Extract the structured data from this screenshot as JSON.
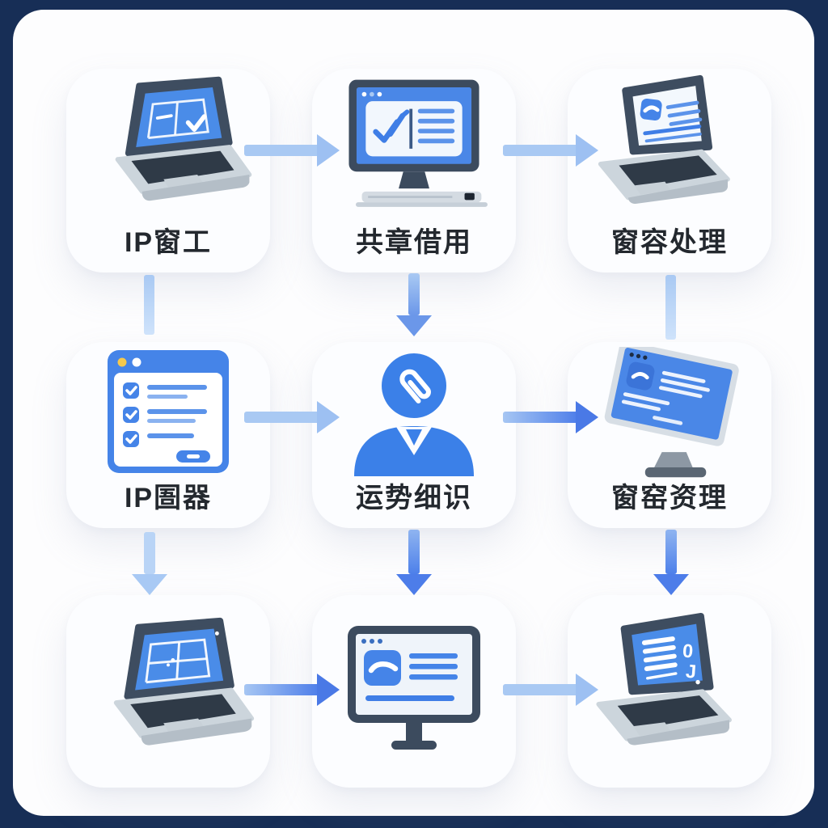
{
  "diagram": {
    "kind": "process-flow",
    "background_color": "#172e56",
    "panel_color": "#fdfdfe",
    "accent_blue": "#4584e8",
    "light_arrow_blue": "#a9c9f3",
    "strong_arrow_blue": "#4d7de9",
    "label_color": "#23282e"
  },
  "flow": {
    "cells": [
      {
        "id": "cell-1",
        "row": 1,
        "col": 1,
        "label": "IP窗工",
        "icon": "laptop-check-icon"
      },
      {
        "id": "cell-2",
        "row": 1,
        "col": 2,
        "label": "共章借用",
        "icon": "desktop-approve-icon"
      },
      {
        "id": "cell-3",
        "row": 1,
        "col": 3,
        "label": "窗容处理",
        "icon": "laptop-contact-icon"
      },
      {
        "id": "cell-4",
        "row": 2,
        "col": 1,
        "label": "IP圄器",
        "icon": "checklist-window-icon"
      },
      {
        "id": "cell-5",
        "row": 2,
        "col": 2,
        "label": "运势细识",
        "icon": "person-paperclip-icon"
      },
      {
        "id": "cell-6",
        "row": 2,
        "col": 3,
        "label": "窗窑资理",
        "icon": "tilted-monitor-icon"
      },
      {
        "id": "cell-7",
        "row": 3,
        "col": 1,
        "label": "",
        "icon": "laptop-wireframe-icon"
      },
      {
        "id": "cell-8",
        "row": 3,
        "col": 2,
        "label": "",
        "icon": "monitor-card-icon"
      },
      {
        "id": "cell-9",
        "row": 3,
        "col": 3,
        "label": "",
        "icon": "laptop-document-icon",
        "screen_text": "0 J"
      }
    ],
    "connectors": [
      {
        "from": "cell-1",
        "to": "cell-2",
        "direction": "right",
        "style": "light-arrow"
      },
      {
        "from": "cell-2",
        "to": "cell-3",
        "direction": "right",
        "style": "light-arrow"
      },
      {
        "from": "cell-1",
        "to": "cell-4",
        "direction": "down",
        "style": "light-bar"
      },
      {
        "from": "cell-2",
        "to": "cell-5",
        "direction": "down",
        "style": "medium-arrow"
      },
      {
        "from": "cell-3",
        "to": "cell-6",
        "direction": "down",
        "style": "light-bar"
      },
      {
        "from": "cell-4",
        "to": "cell-5",
        "direction": "right",
        "style": "light-arrow"
      },
      {
        "from": "cell-5",
        "to": "cell-6",
        "direction": "right",
        "style": "strong-arrow"
      },
      {
        "from": "cell-4",
        "to": "cell-7",
        "direction": "down",
        "style": "light-arrow"
      },
      {
        "from": "cell-5",
        "to": "cell-8",
        "direction": "down",
        "style": "strong-arrow"
      },
      {
        "from": "cell-6",
        "to": "cell-9",
        "direction": "down",
        "style": "strong-arrow"
      },
      {
        "from": "cell-7",
        "to": "cell-8",
        "direction": "right",
        "style": "strong-arrow"
      },
      {
        "from": "cell-8",
        "to": "cell-9",
        "direction": "right",
        "style": "light-arrow"
      }
    ]
  }
}
